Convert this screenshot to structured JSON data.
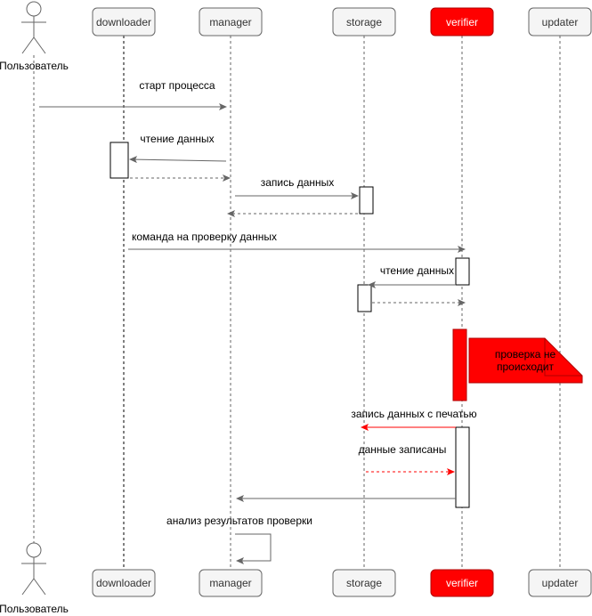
{
  "participants": [
    {
      "id": "user",
      "label": "Пользователь",
      "kind": "actor"
    },
    {
      "id": "downloader",
      "label": "downloader",
      "kind": "box",
      "fill": "#f5f5f5"
    },
    {
      "id": "manager",
      "label": "manager",
      "kind": "box",
      "fill": "#f5f5f5"
    },
    {
      "id": "storage",
      "label": "storage",
      "kind": "box",
      "fill": "#f5f5f5"
    },
    {
      "id": "verifier",
      "label": "verifier",
      "kind": "box",
      "fill": "#ff0000",
      "text_color": "#ffffff"
    },
    {
      "id": "updater",
      "label": "updater",
      "kind": "box",
      "fill": "#f5f5f5"
    }
  ],
  "messages": [
    {
      "from": "user",
      "to": "manager",
      "label": "старт процесса",
      "style": "solid",
      "color": "#666666"
    },
    {
      "from": "manager",
      "to": "downloader",
      "label": "чтение данных",
      "style": "solid",
      "color": "#666666"
    },
    {
      "from": "downloader",
      "to": "manager",
      "label": "",
      "style": "dashed",
      "color": "#666666"
    },
    {
      "from": "manager",
      "to": "storage",
      "label": "запись данных",
      "style": "solid",
      "color": "#666666"
    },
    {
      "from": "storage",
      "to": "manager",
      "label": "",
      "style": "dashed",
      "color": "#666666"
    },
    {
      "from": "downloader",
      "to": "verifier",
      "label": "команда на проверку данных",
      "style": "solid",
      "color": "#666666"
    },
    {
      "from": "verifier",
      "to": "storage",
      "label": "чтение данных",
      "style": "solid",
      "color": "#666666"
    },
    {
      "from": "storage",
      "to": "verifier",
      "label": "",
      "style": "dashed",
      "color": "#666666"
    },
    {
      "from": "verifier",
      "to": "storage",
      "label": "запись данных с печатью",
      "style": "solid",
      "color": "#ff0000"
    },
    {
      "from": "storage",
      "to": "verifier",
      "label": "данные записаны",
      "style": "dashed",
      "color": "#ff0000"
    },
    {
      "from": "verifier",
      "to": "manager",
      "label": "",
      "style": "solid",
      "color": "#666666"
    },
    {
      "from": "manager",
      "to": "manager",
      "label": "анализ результатов проверки",
      "style": "solid",
      "color": "#666666"
    }
  ],
  "note": {
    "text_line1": "проверка не",
    "text_line2": "происходит",
    "fill": "#ff0000"
  },
  "colors": {
    "accent": "#ff0000",
    "line": "#666666",
    "box_stroke": "#666666"
  }
}
